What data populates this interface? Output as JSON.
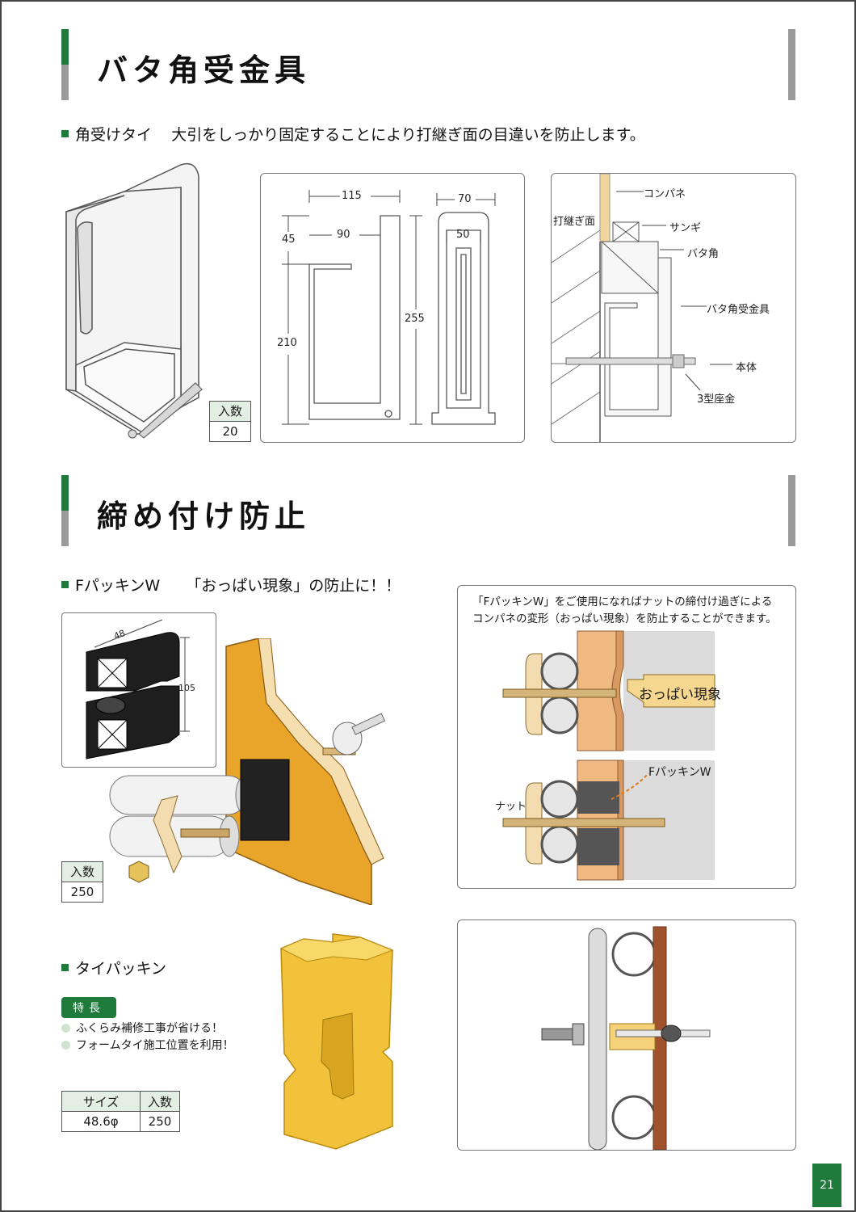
{
  "section1": {
    "title": "バタ角受金具",
    "product": {
      "name": "角受けタイ",
      "description": "大引をしっかり固定することにより打継ぎ面の目違いを防止します。",
      "qty_label": "入数",
      "qty_value": "20"
    },
    "dimensions": {
      "d115": "115",
      "d90": "90",
      "d45": "45",
      "d210": "210",
      "d255": "255",
      "d70": "70",
      "d50": "50"
    },
    "install_labels": {
      "konpane": "コンパネ",
      "uchitsugi": "打継ぎ面",
      "sangi": "サンギ",
      "batakaku": "バタ角",
      "bracket": "バタ角受金具",
      "body": "本体",
      "washer": "3型座金"
    }
  },
  "section2": {
    "title": "締め付け防止",
    "fpacking": {
      "name": "FパッキンW",
      "description": "「おっぱい現象」の防止に！！",
      "dim_width": "48",
      "dim_height": "105",
      "qty_label": "入数",
      "qty_value": "250",
      "note_line1": "「FパッキンW」をご使用になればナットの締付け過ぎによる",
      "note_line2": "コンパネの変形（おっぱい現象）を防止することができます。",
      "oppai_label": "おっぱい現象",
      "fpacking_label": "FパッキンW",
      "nut_label": "ナット"
    },
    "tiepacking": {
      "name": "タイパッキン",
      "feature_title": "特長",
      "features": [
        "ふくらみ補修工事が省ける！",
        "フォームタイ施工位置を利用！"
      ],
      "table_headers": [
        "サイズ",
        "入数"
      ],
      "table_values": [
        "48.6φ",
        "250"
      ]
    }
  },
  "page_number": "21"
}
